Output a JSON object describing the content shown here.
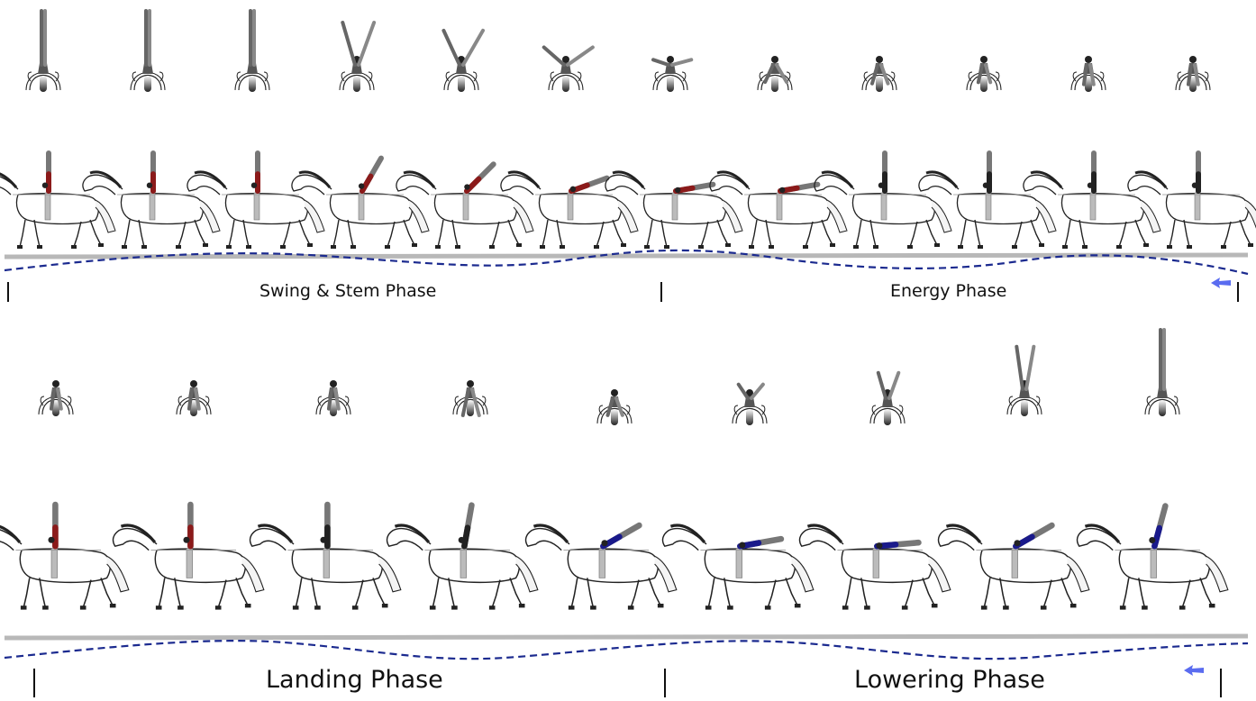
{
  "colors": {
    "ground": "#b8b8b8",
    "curve": "#1b2a8f",
    "rider_dark": "#222222",
    "rider_red": "#8b1a1a",
    "rider_blue": "#1a1a8b",
    "horse_line": "#222222",
    "arrow": "#5a6cf0"
  },
  "rows": [
    {
      "phases": [
        {
          "label": "Swing & Stem Phase"
        },
        {
          "label": "Energy Phase"
        }
      ],
      "direction_icon": "left-arrow-icon"
    },
    {
      "phases": [
        {
          "label": "Landing Phase"
        },
        {
          "label": "Lowering Phase"
        }
      ],
      "direction_icon": "left-arrow-icon"
    }
  ]
}
